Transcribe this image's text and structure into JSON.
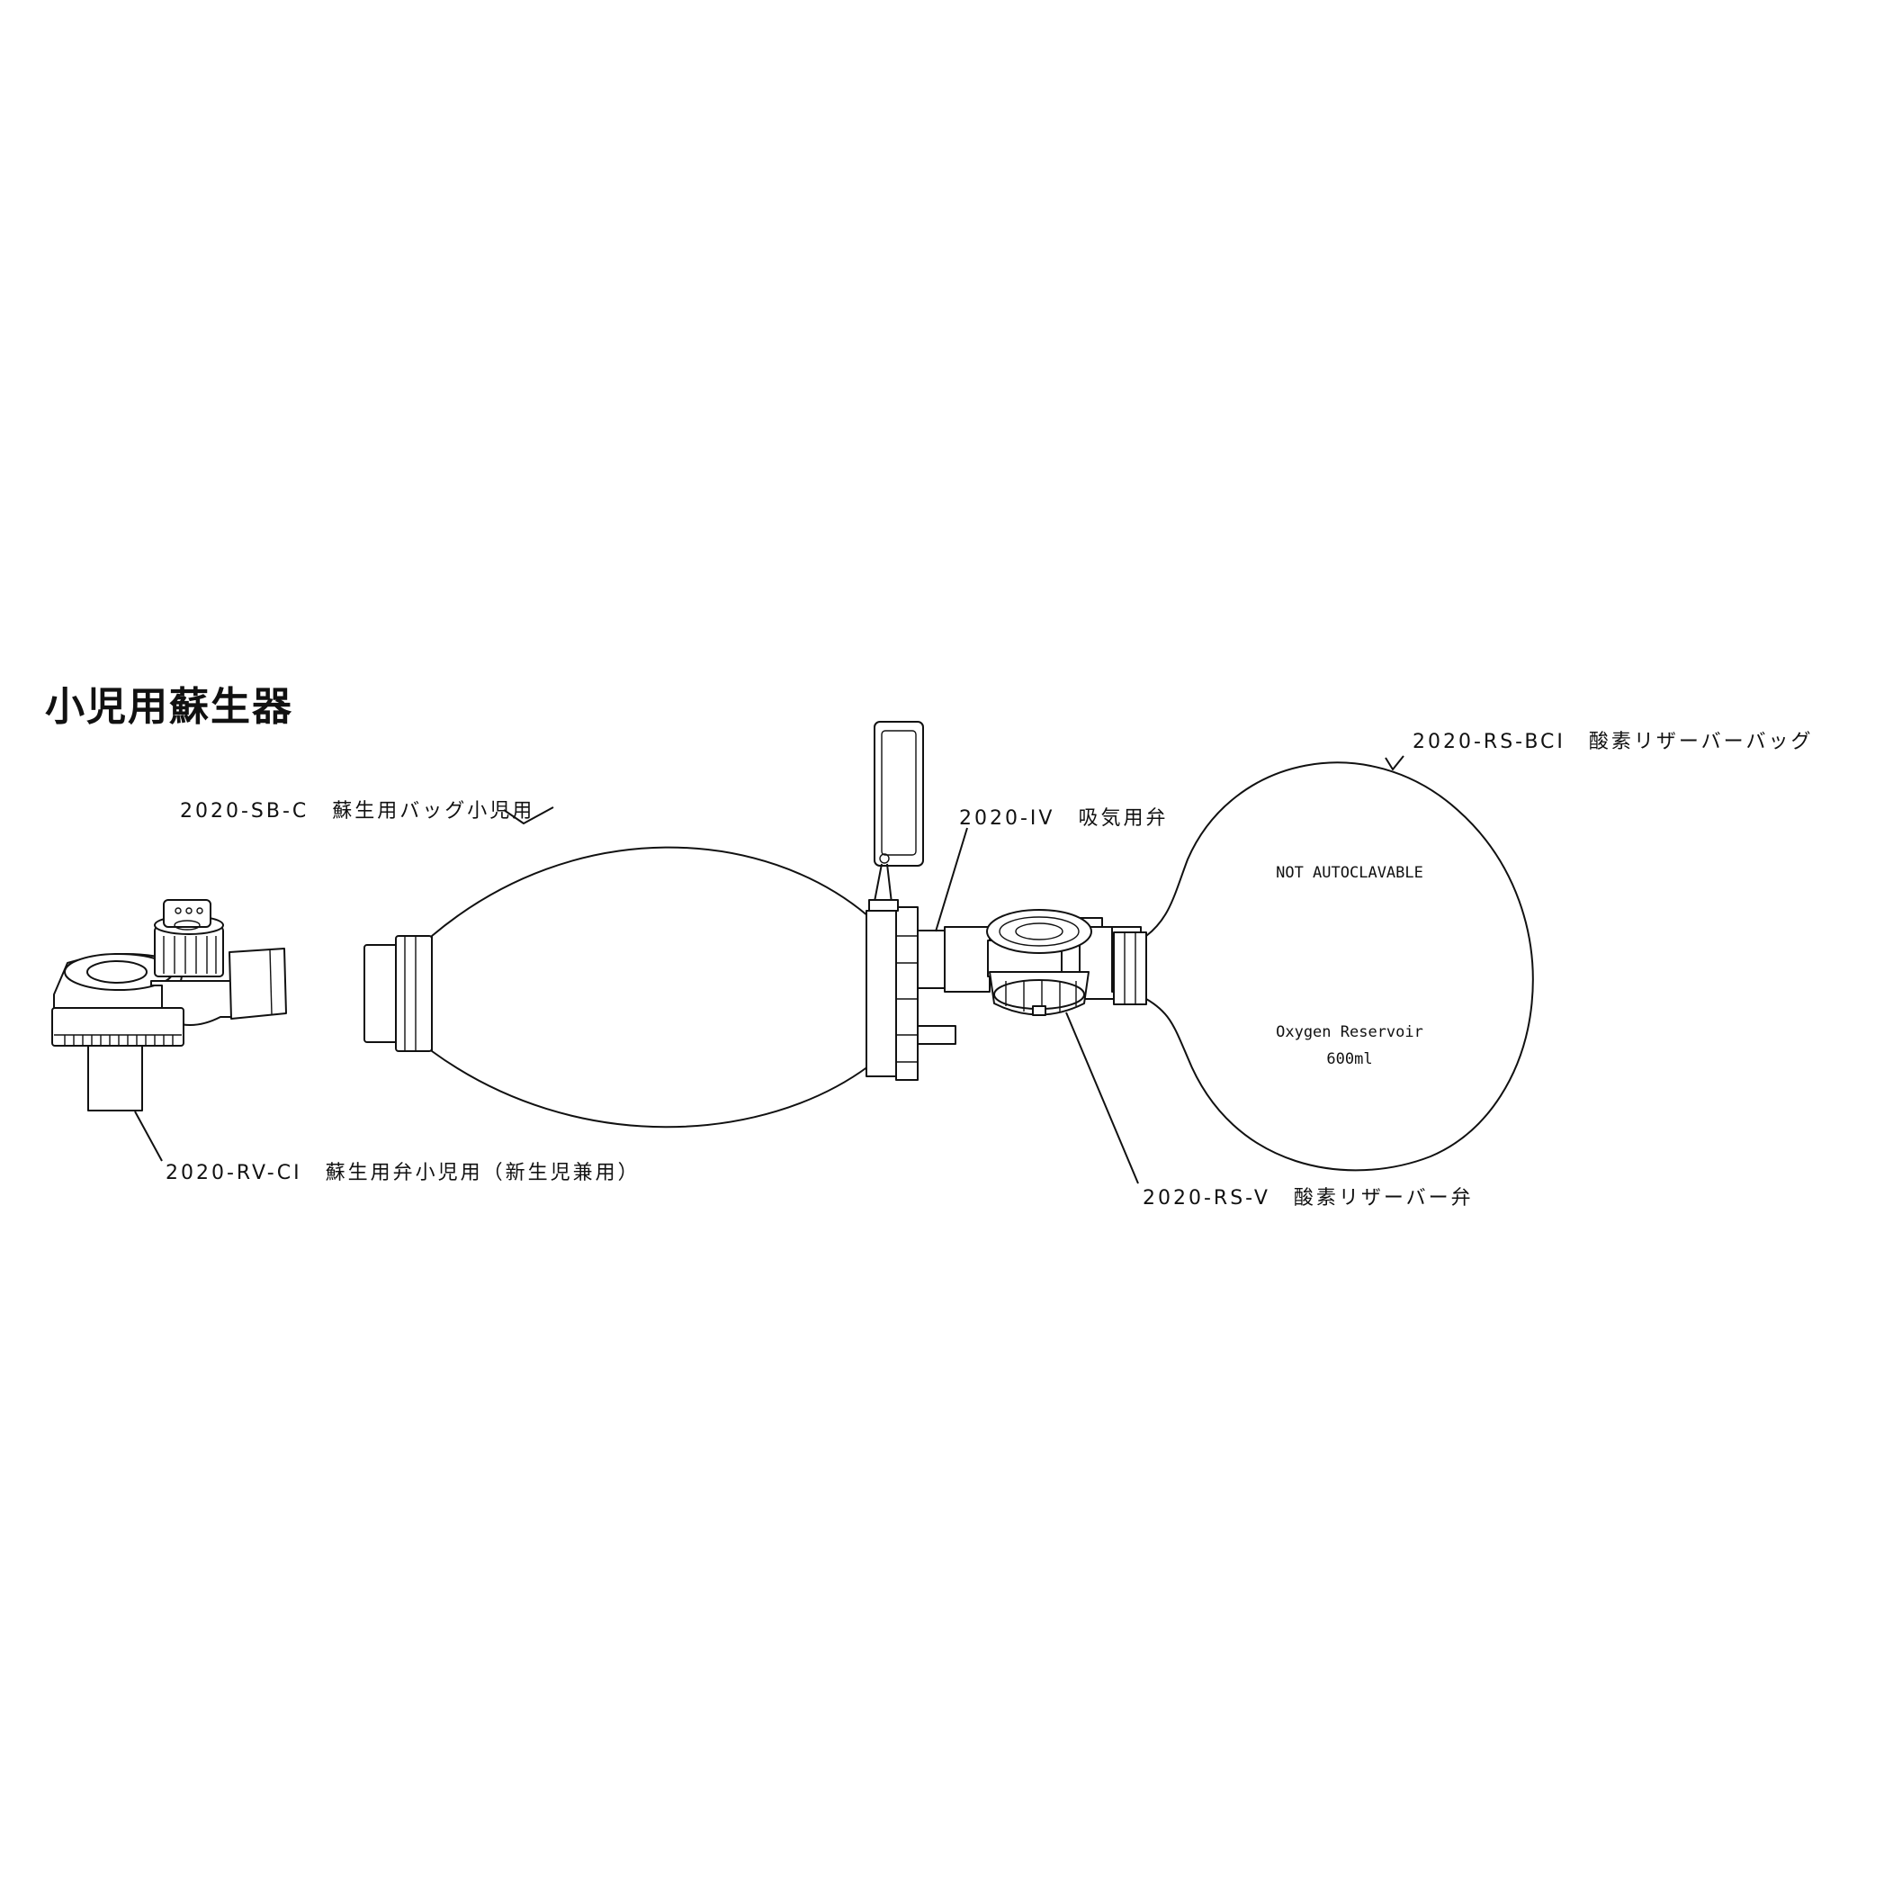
{
  "title": "小児用蘇生器",
  "parts": {
    "bag": {
      "code": "2020-SB-C",
      "name": "蘇生用バッグ小児用"
    },
    "inlet_valve": {
      "code": "2020-IV",
      "name": "吸気用弁"
    },
    "reservoir_bag": {
      "code": "2020-RS-BCI",
      "name": "酸素リザーバーバッグ",
      "marking_1": "NOT AUTOCLAVABLE",
      "marking_2": "Oxygen Reservoir",
      "marking_3": "600ml"
    },
    "patient_valve": {
      "code": "2020-RV-CI",
      "name": "蘇生用弁小児用（新生児兼用）"
    },
    "reservoir_valve": {
      "code": "2020-RS-V",
      "name": "酸素リザーバー弁"
    }
  }
}
